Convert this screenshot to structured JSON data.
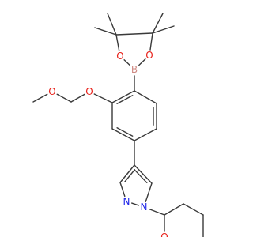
{
  "colors": {
    "bond": "#3a3a3a",
    "O": "#e8211a",
    "N": "#2026e8",
    "B": "#d08a84"
  },
  "atoms": [
    {
      "id": "b1",
      "element": "B",
      "label": "B"
    },
    {
      "id": "o1",
      "element": "O",
      "label": "O"
    },
    {
      "id": "o2",
      "element": "O",
      "label": "O"
    },
    {
      "id": "o3",
      "element": "O",
      "label": "O"
    },
    {
      "id": "o4",
      "element": "O",
      "label": "O"
    },
    {
      "id": "n1",
      "element": "N",
      "label": "N"
    },
    {
      "id": "n2",
      "element": "N",
      "label": "N"
    },
    {
      "id": "o5",
      "element": "O",
      "label": "O"
    }
  ]
}
